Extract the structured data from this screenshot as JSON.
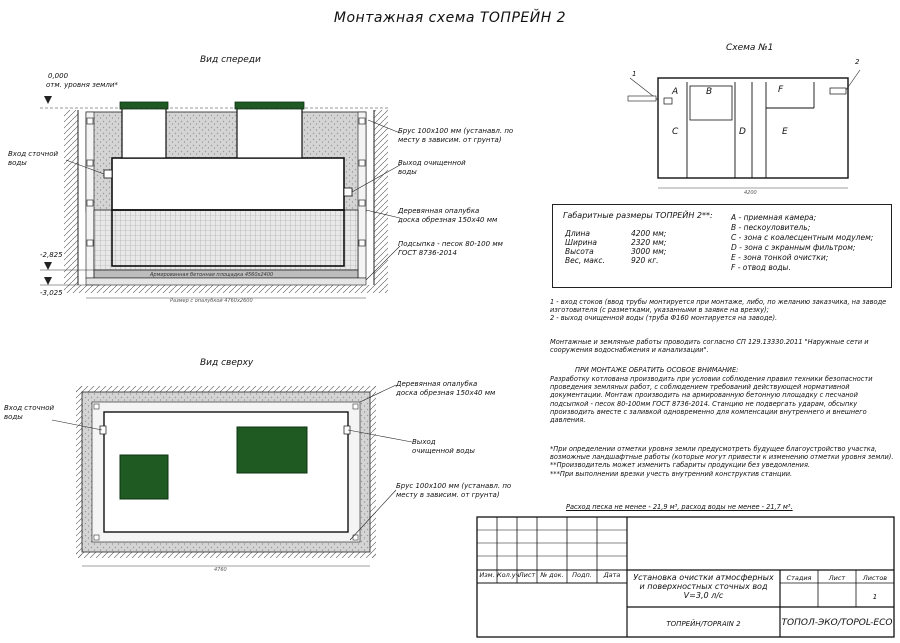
{
  "title": "Монтажная схема ТОПРЕЙН 2",
  "front_view": {
    "title": "Вид спереди",
    "level_top_value": "0,000",
    "level_top_label": "отм. уровня земли*",
    "level_mid": "-2,825",
    "level_bot": "-3,025",
    "label_inlet": "Вход сточной\nводы",
    "label_beam": "Брус 100х100 мм (устанавл. по\nместу в зависим. от грунта)",
    "label_outlet": "Выход очищенной\nводы",
    "label_formwork": "Деревянная опалубка\nдоска обрезная 150х40 мм",
    "label_bedding": "Подсыпка - песок 80-100 мм\nГОСТ 8736-2014",
    "label_slab": "Армированная бетонная площадка 4560х2400",
    "label_dim_bottom": "Размер с опалубкой 4760х2600"
  },
  "top_view": {
    "title": "Вид сверху",
    "label_inlet": "Вход сточной\nводы",
    "label_formwork": "Деревянная опалубка\nдоска обрезная 150х40 мм",
    "label_outlet": "Выход\nочищенной воды",
    "label_beam": "Брус 100х100 мм (устанавл. по\nместу в зависим. от грунта)",
    "label_dim": "4760"
  },
  "scheme": {
    "title": "Схема №1",
    "num1": "1",
    "num2": "2",
    "zones": [
      "A",
      "B",
      "C",
      "D",
      "E",
      "F"
    ],
    "label_dim": "4200"
  },
  "dimensions": {
    "header": "Габаритные размеры ТОПРЕЙН 2**:",
    "rows": [
      {
        "name": "Длина",
        "value": "4200 мм;"
      },
      {
        "name": "Ширина",
        "value": "2320 мм;"
      },
      {
        "name": "Высота",
        "value": "3000 мм;"
      },
      {
        "name": "Вес, макс.",
        "value": "920 кг."
      }
    ],
    "legend": [
      "А - приемная камера;",
      "В - пескоуловитель;",
      "С - зона с коалесцентным модулем;",
      "D - зона с экранным фильтром;",
      "Е - зона тонкой очистки;",
      "F - отвод воды."
    ]
  },
  "notes": {
    "p1": "1 - вход  стоков (ввод трубы монтируется при монтаже, либо, по желанию заказчика, на заводе изготовителя (с разметками, указанными в заявке на врезку);\n2 - выход очищенной воды (труба Ф160 монтируется на заводе).",
    "p2": "Монтажные и земляные работы проводить согласно СП 129.13330.2011 \"Наружные сети и сооружения водоснабжения и канализации\".",
    "p3_head": "ПРИ МОНТАЖЕ ОБРАТИТЬ ОСОБОЕ ВНИМАНИЕ:",
    "p3": "Разработку котлована производить при условии соблюдения правил техники безопасности проведения земляных работ, с соблюдением требований действующей нормативной документации. Монтаж производить на армированную бетонную площадку с песчаной подсыпкой - песок 80-100мм ГОСТ 8736-2014. Станцию не подвергать ударам, обсыпку производить вместе с заливкой одновременно для компенсации внутреннего и внешнего давления.",
    "p4": "*При определении отметки уровня земли предусмотреть будущее благоустройство участка, возможные ландшафтные работы (которые могут привести к изменению отметки уровня земли).\n**Производитель может изменить габариты продукции без уведомления.\n***При выполнении врезки учесть внутренний конструктив станции.",
    "p5": "Расход песка не менее - 21,9 м³, расход воды не менее - 21,7 м³."
  },
  "stamp": {
    "col_headers": [
      "Изм.",
      "Кол.уч",
      "Лист",
      "№ док.",
      "Подп.",
      "Дата"
    ],
    "description": "Установка очистки атмосферных\nи поверхностных сточных вод\nV=3,0 л/с",
    "stage_label": "Стадия",
    "sheet_label": "Лист",
    "sheets_label": "Листов",
    "sheets_value": "1",
    "product": "ТОПРЕЙН/TOPRAIN 2",
    "company": "ТОПОЛ-ЭКО/TOPOL-ECO"
  },
  "colors": {
    "lid": "#1e5a22",
    "hatch": "#cfcfcf",
    "line": "#222222"
  }
}
